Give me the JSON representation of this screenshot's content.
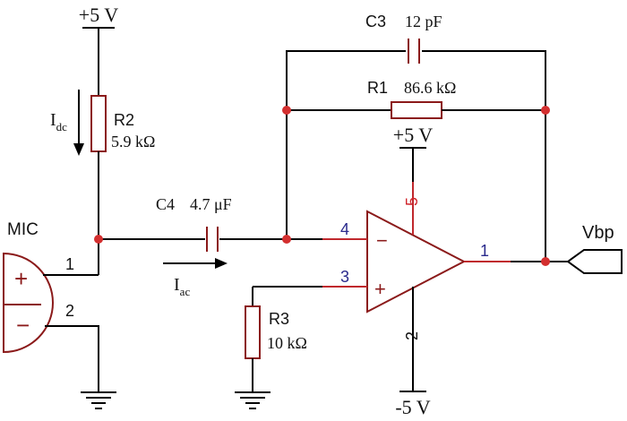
{
  "rails": {
    "top_supply": "+5 V",
    "opamp_pos_supply": "+5 V",
    "opamp_neg_supply": "-5 V"
  },
  "components": {
    "r2": {
      "name": "R2",
      "value": "5.9 kΩ"
    },
    "r1": {
      "name": "R1",
      "value": "86.6 kΩ"
    },
    "r3": {
      "name": "R3",
      "value": "10 kΩ"
    },
    "c3": {
      "name": "C3",
      "value": "12 pF"
    },
    "c4": {
      "name": "C4",
      "value": "4.7 μF"
    },
    "mic": {
      "name": "MIC",
      "pin1": "1",
      "pin2": "2",
      "plus": "+",
      "minus": "−"
    }
  },
  "currents": {
    "idc": {
      "base": "I",
      "sub": "dc"
    },
    "iac": {
      "base": "I",
      "sub": "ac"
    }
  },
  "opamp": {
    "pin_inverting": "4",
    "pin_noninverting": "3",
    "pin_output": "1",
    "pin_vpos": "5",
    "pin_vneg": "2",
    "minus_sign": "−",
    "plus_sign": "+"
  },
  "output_port": {
    "label": "Vbp"
  },
  "colors": {
    "wire": "#000000",
    "component": "#8b1a1a",
    "junction": "#d32f2f",
    "pin_blue": "#2a2a8c",
    "pin_red": "#d0242b"
  }
}
